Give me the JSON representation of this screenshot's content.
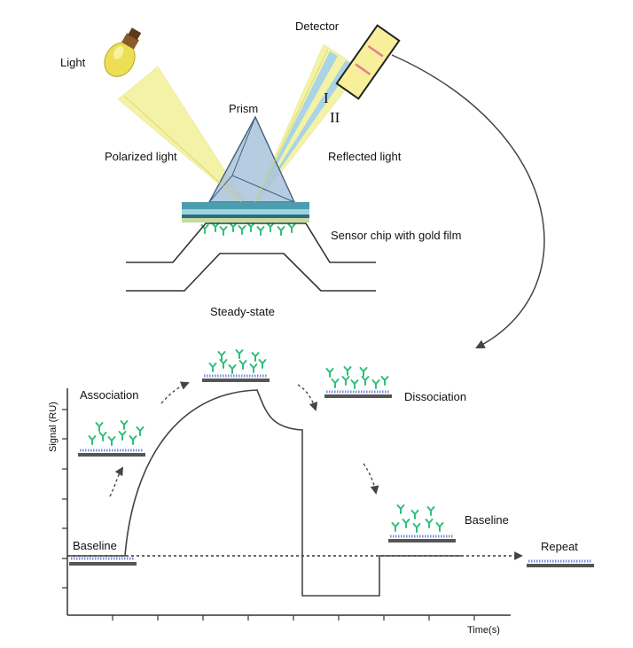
{
  "labels": {
    "light": "Light",
    "detector": "Detector",
    "prism": "Prism",
    "polarized": "Polarized light",
    "reflected": "Reflected light",
    "roman1": "I",
    "roman2": "II",
    "sensor": "Sensor chip with gold film",
    "steady": "Steady-state",
    "association": "Association",
    "dissociation": "Dissociation",
    "baseline_left": "Baseline",
    "baseline_right": "Baseline",
    "repeat": "Repeat",
    "ylabel": "Signal (RU)",
    "xlabel": "Time(s)"
  },
  "colors": {
    "beam": "#f4f2a6",
    "prism": "#a9c3dc",
    "bulb": "#ecdf54",
    "antibody": "#2fbf7a",
    "chip_top": "#4d9db0",
    "chip_mid": "#9fd4de",
    "detector": "#f7ef9a",
    "detector_mark": "#e47d8f",
    "curve": "#444444"
  },
  "icons": {
    "light": "lightbulb-icon",
    "detector": "detector-icon",
    "antibody": "antibody-y-icon"
  }
}
